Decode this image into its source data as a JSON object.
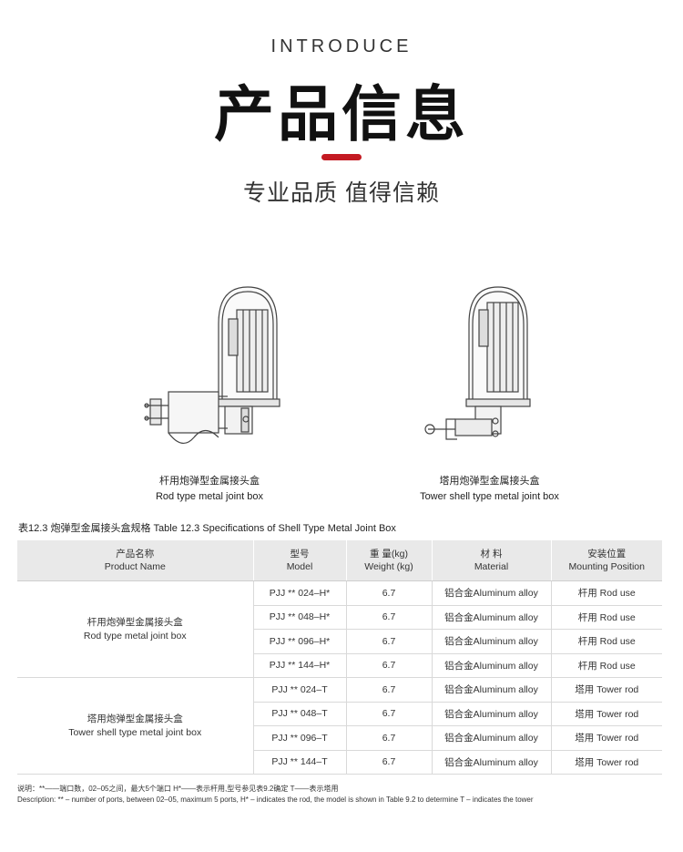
{
  "header": {
    "intro": "INTRODUCE",
    "title": "产品信息",
    "slogan": "专业品质 值得信赖"
  },
  "products": [
    {
      "caption_cn": "杆用炮弹型金属接头盒",
      "caption_en": "Rod type metal joint box"
    },
    {
      "caption_cn": "塔用炮弹型金属接头盒",
      "caption_en": "Tower shell type metal joint box"
    }
  ],
  "table": {
    "title": "表12.3 炮弹型金属接头盒规格 Table 12.3 Specifications of Shell Type Metal Joint Box",
    "headers": [
      {
        "cn": "产品名称",
        "en": "Product Name"
      },
      {
        "cn": "型号",
        "en": "Model"
      },
      {
        "cn": "重 量(kg)",
        "en": "Weight (kg)"
      },
      {
        "cn": "材 料",
        "en": "Material"
      },
      {
        "cn": "安装位置",
        "en": "Mounting Position"
      }
    ],
    "groups": [
      {
        "name_cn": "杆用炮弹型金属接头盒",
        "name_en": "Rod type metal joint box",
        "rows": [
          {
            "model": "PJJ ** 024–H*",
            "weight": "6.7",
            "material": "铝合金Aluminum alloy",
            "mount": "杆用 Rod use"
          },
          {
            "model": "PJJ ** 048–H*",
            "weight": "6.7",
            "material": "铝合金Aluminum alloy",
            "mount": "杆用 Rod use"
          },
          {
            "model": "PJJ ** 096–H*",
            "weight": "6.7",
            "material": "铝合金Aluminum alloy",
            "mount": "杆用 Rod use"
          },
          {
            "model": "PJJ ** 144–H*",
            "weight": "6.7",
            "material": "铝合金Aluminum alloy",
            "mount": "杆用 Rod use"
          }
        ]
      },
      {
        "name_cn": "塔用炮弹型金属接头盒",
        "name_en": "Tower shell type metal joint box",
        "rows": [
          {
            "model": "PJJ ** 024–T",
            "weight": "6.7",
            "material": "铝合金Aluminum alloy",
            "mount": "塔用 Tower rod"
          },
          {
            "model": "PJJ ** 048–T",
            "weight": "6.7",
            "material": "铝合金Aluminum alloy",
            "mount": "塔用 Tower rod"
          },
          {
            "model": "PJJ ** 096–T",
            "weight": "6.7",
            "material": "铝合金Aluminum alloy",
            "mount": "塔用 Tower rod"
          },
          {
            "model": "PJJ ** 144–T",
            "weight": "6.7",
            "material": "铝合金Aluminum alloy",
            "mount": "塔用 Tower rod"
          }
        ]
      }
    ]
  },
  "notes": {
    "cn": "说明：**——端口数，02–05之间，最大5个端口 H*——表示杆用,型号参见表9.2确定 T——表示塔用",
    "en": "Description: ** – number of ports, between 02–05, maximum 5 ports,  H* – indicates the rod, the model is shown in Table 9.2 to determine  T – indicates the tower"
  },
  "colors": {
    "accent": "#c41a22",
    "header_bg": "#e9e9e9"
  }
}
